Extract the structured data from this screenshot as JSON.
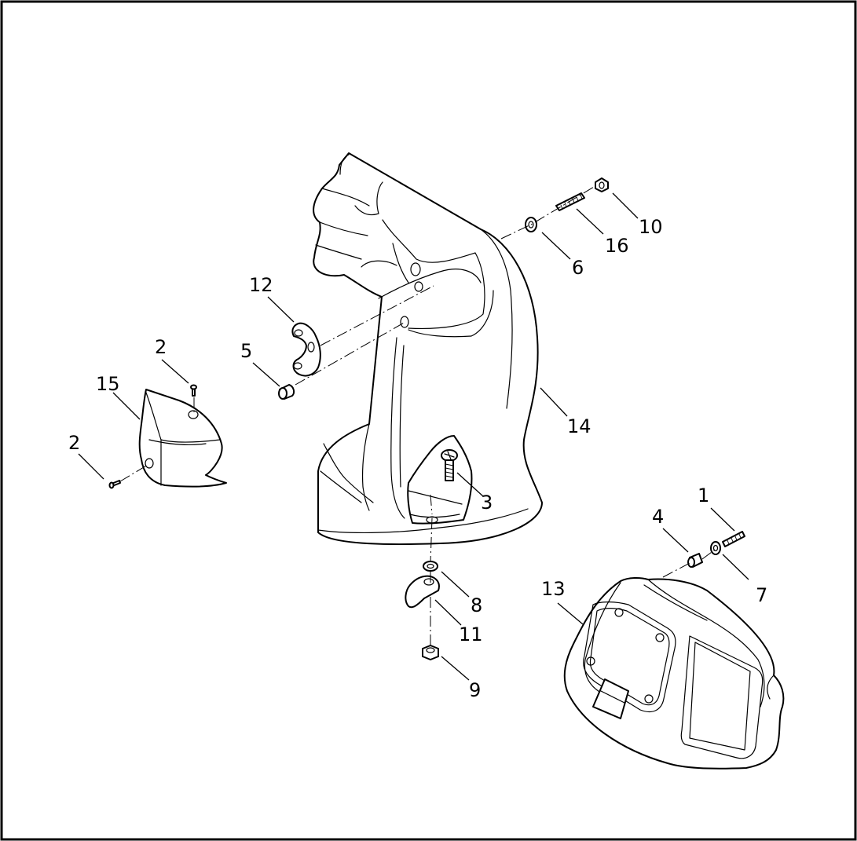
{
  "diagram": {
    "callouts": [
      {
        "id": "1",
        "label": "1"
      },
      {
        "id": "2a",
        "label": "2"
      },
      {
        "id": "2b",
        "label": "2"
      },
      {
        "id": "3",
        "label": "3"
      },
      {
        "id": "4",
        "label": "4"
      },
      {
        "id": "5",
        "label": "5"
      },
      {
        "id": "6",
        "label": "6"
      },
      {
        "id": "7",
        "label": "7"
      },
      {
        "id": "8",
        "label": "8"
      },
      {
        "id": "9",
        "label": "9"
      },
      {
        "id": "10",
        "label": "10"
      },
      {
        "id": "11",
        "label": "11"
      },
      {
        "id": "12",
        "label": "12"
      },
      {
        "id": "13",
        "label": "13"
      },
      {
        "id": "14",
        "label": "14"
      },
      {
        "id": "15",
        "label": "15"
      },
      {
        "id": "16",
        "label": "16"
      }
    ],
    "colors": {
      "line": "#000000",
      "background": "#ffffff"
    }
  }
}
